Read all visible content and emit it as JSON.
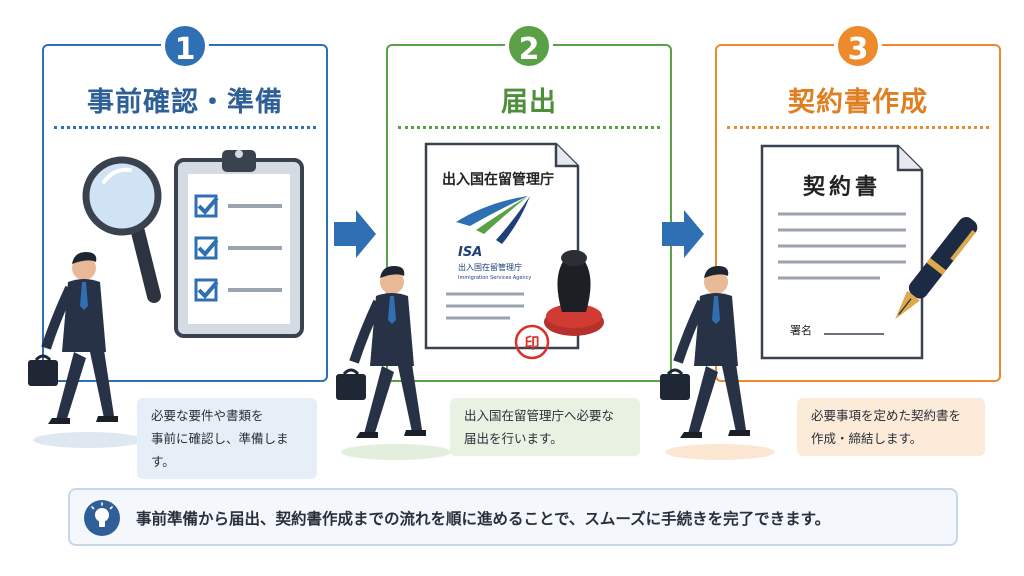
{
  "steps": [
    {
      "number": "1",
      "title": "事前確認・準備",
      "caption_line1": "必要な要件や書類を",
      "caption_line2": "事前に確認し、準備します。",
      "color": "#2f6fb3"
    },
    {
      "number": "2",
      "title": "届出",
      "caption_line1": "出入国在留管理庁へ必要な",
      "caption_line2": "届出を行います。",
      "color": "#5aa046",
      "document": {
        "heading": "出入国在留管理庁",
        "logo_abbr": "ISA",
        "logo_name": "出入国在留管理庁",
        "logo_name_en": "Immigration Services Agency",
        "stamp_char": "印"
      }
    },
    {
      "number": "3",
      "title": "契約書作成",
      "caption_line1": "必要事項を定めた契約書を",
      "caption_line2": "作成・締結します。",
      "color": "#ec8a2c",
      "document": {
        "heading": "契約書",
        "signature_label": "署名"
      }
    }
  ],
  "footer": {
    "text": "事前準備から届出、契約書作成までの流れを順に進めることで、スムーズに手続きを完了できます。",
    "icon": "lightbulb-icon"
  },
  "icons": [
    "magnifier-icon",
    "clipboard-checklist-icon",
    "document-icon",
    "stamp-icon",
    "fountain-pen-icon",
    "arrow-right-icon",
    "businessman-icon"
  ]
}
